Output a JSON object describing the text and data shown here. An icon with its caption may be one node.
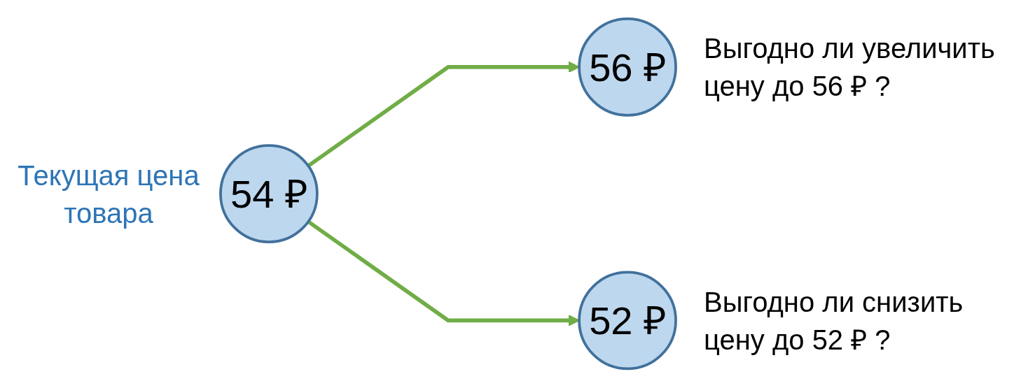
{
  "diagram": {
    "nodes": [
      {
        "text": [
          "54 ₽"
        ],
        "beside": [
          "Текущая цена товара"
        ]
      },
      {
        "text": [
          "56 ₽"
        ],
        "beside": [
          "Выгодно ли увеличить цену до 56 ₽ ?"
        ]
      },
      {
        "text": [
          "52 ₽"
        ],
        "beside": [
          "Выгодно ли снизить цену до 52 ₽ ?"
        ]
      }
    ],
    "edges": [
      {
        "from": 0,
        "to": 1,
        "arrow": "to"
      },
      {
        "from": 0,
        "to": 2,
        "arrow": "to"
      }
    ]
  }
}
